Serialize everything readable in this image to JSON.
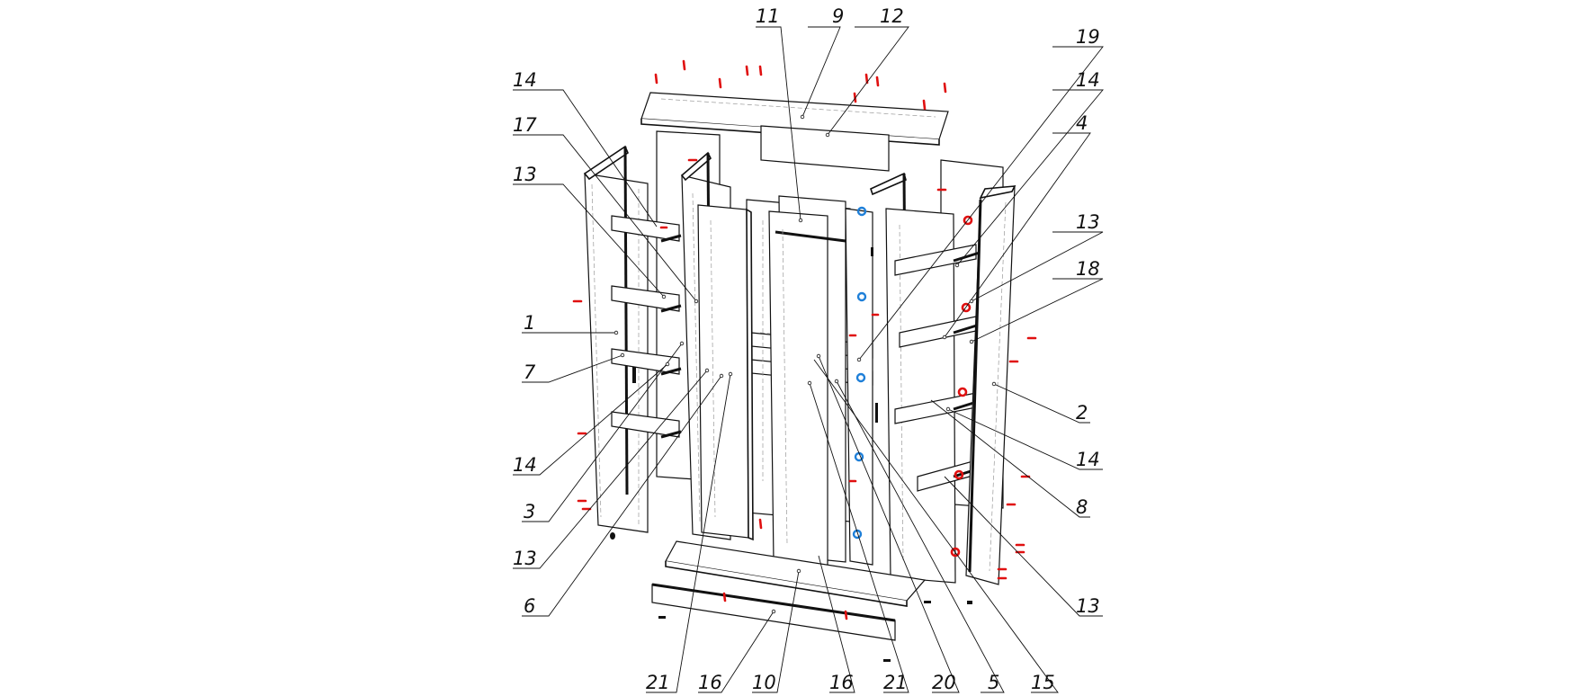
{
  "diagram": {
    "colors": {
      "line": "#111111",
      "hidden": "#999999",
      "red_fastener": "#e01010",
      "blue_fastener": "#1e7fd8",
      "background": "#ffffff"
    },
    "callouts": [
      {
        "id": "c-11a",
        "text": "11"
      },
      {
        "id": "c-9",
        "text": "9"
      },
      {
        "id": "c-12",
        "text": "12"
      },
      {
        "id": "c-19",
        "text": "19"
      },
      {
        "id": "c-14a",
        "text": "14"
      },
      {
        "id": "c-14b",
        "text": "14"
      },
      {
        "id": "c-4",
        "text": "4"
      },
      {
        "id": "c-17",
        "text": "17"
      },
      {
        "id": "c-13a",
        "text": "13"
      },
      {
        "id": "c-13b",
        "text": "13"
      },
      {
        "id": "c-18",
        "text": "18"
      },
      {
        "id": "c-1",
        "text": "1"
      },
      {
        "id": "c-7",
        "text": "7"
      },
      {
        "id": "c-2",
        "text": "2"
      },
      {
        "id": "c-14c",
        "text": "14"
      },
      {
        "id": "c-14d",
        "text": "14"
      },
      {
        "id": "c-3",
        "text": "3"
      },
      {
        "id": "c-8",
        "text": "8"
      },
      {
        "id": "c-13c",
        "text": "13"
      },
      {
        "id": "c-6",
        "text": "6"
      },
      {
        "id": "c-13d",
        "text": "13"
      },
      {
        "id": "c-21a",
        "text": "21"
      },
      {
        "id": "c-16a",
        "text": "16"
      },
      {
        "id": "c-10",
        "text": "10"
      },
      {
        "id": "c-16b",
        "text": "16"
      },
      {
        "id": "c-21b",
        "text": "21"
      },
      {
        "id": "c-20",
        "text": "20"
      },
      {
        "id": "c-5",
        "text": "5"
      },
      {
        "id": "c-15",
        "text": "15"
      }
    ]
  }
}
